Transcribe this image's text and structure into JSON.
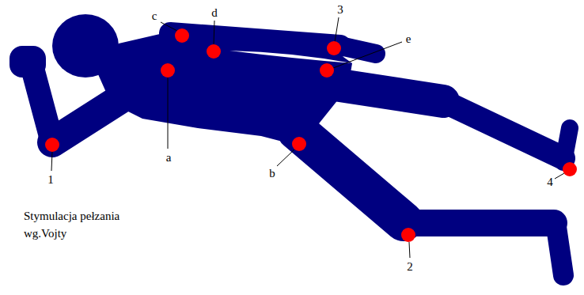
{
  "diagram": {
    "caption": "Stymulacja pełzania wg.Vojty",
    "labels": [
      "c",
      "d",
      "3",
      "e",
      "a",
      "1",
      "b",
      "4",
      "2"
    ]
  }
}
